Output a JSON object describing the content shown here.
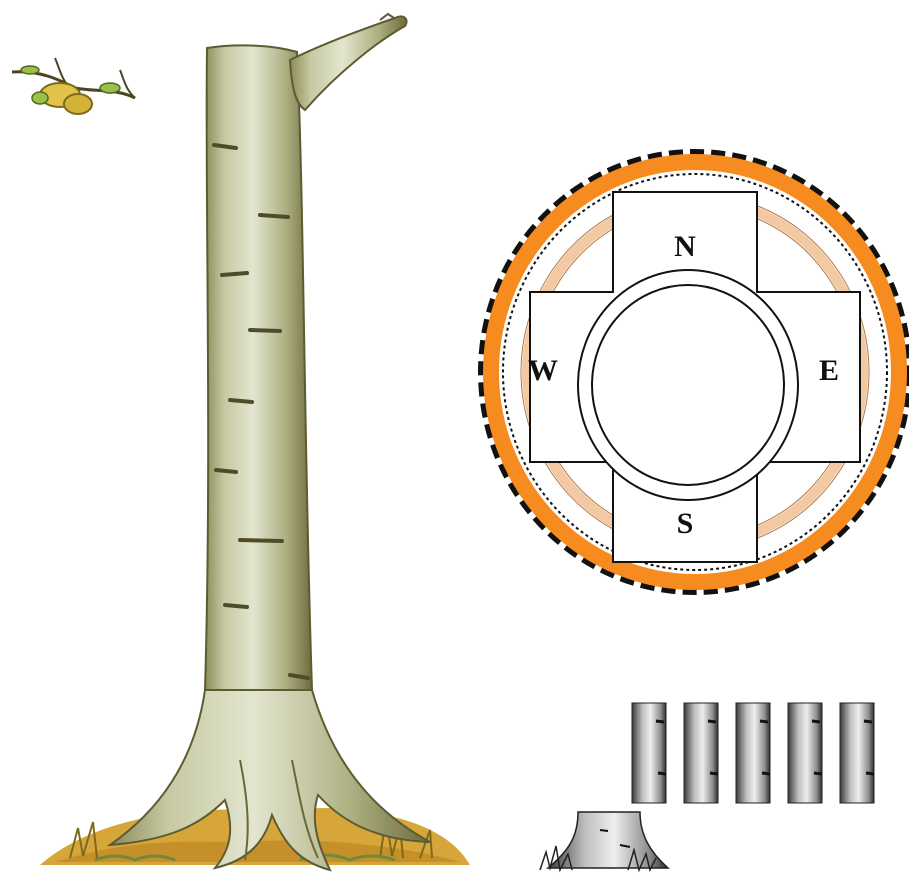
{
  "compass": {
    "north_label": "N",
    "east_label": "E",
    "south_label": "S",
    "west_label": "W"
  },
  "illustrations": {
    "main_tree": "tree-trunk-with-roots",
    "twig": "leafy-twig",
    "segments": {
      "count": 5,
      "icon": "trunk-segment"
    },
    "stump": "tree-stump-with-grass"
  },
  "colors": {
    "ring_orange": "#f68b1f",
    "ring_dash": "#111111",
    "inner_arc": "#f2c9a2",
    "bark_light": "#d9dcc2",
    "bark_mid": "#a9ad7a",
    "bark_dark": "#6d6b3c",
    "ground": "#d7a63a",
    "leaf": "#e1c24a"
  }
}
